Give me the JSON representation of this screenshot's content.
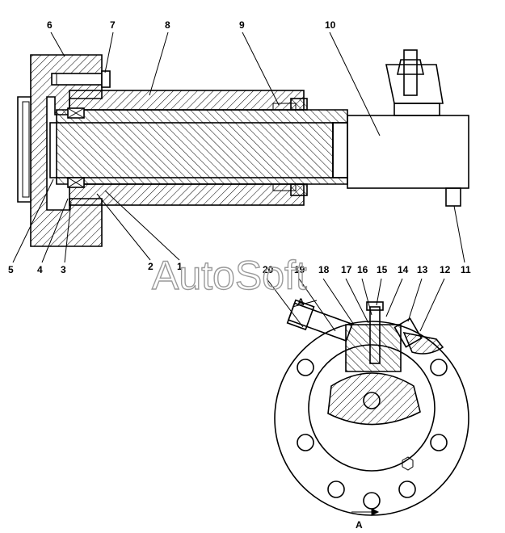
{
  "watermark": "AutoSoft",
  "callouts": [
    "1",
    "2",
    "3",
    "4",
    "5",
    "6",
    "7",
    "8",
    "9",
    "10",
    "11",
    "12",
    "13",
    "14",
    "15",
    "16",
    "17",
    "18",
    "19",
    "20"
  ],
  "section_marker": "A",
  "colors": {
    "ink": "#000000",
    "hatch": "#000000",
    "watermark": "#9a9a9a",
    "background": "#ffffff"
  }
}
